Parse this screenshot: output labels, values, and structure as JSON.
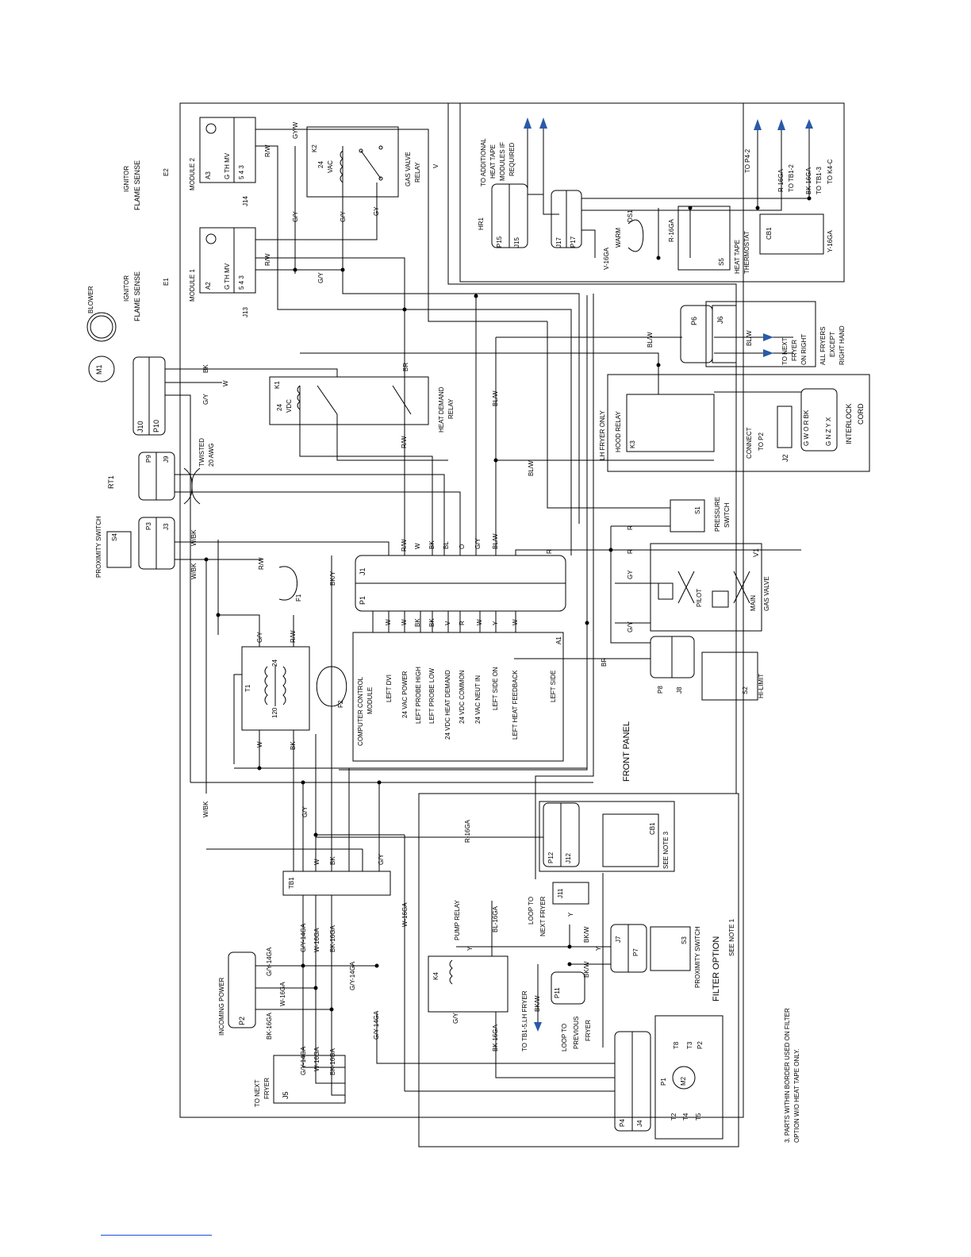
{
  "diagram": {
    "front_panel": "FRONT PANEL",
    "filter_option": "FILTER OPTION",
    "see_note_1": "SEE NOTE 1",
    "note_3": "3. PARTS WITHIN BORDER USED ON FILTER",
    "note_3b": "OPTION W/O HEAT TAPE ONLY.",
    "labels": {
      "blower": "BLOWER",
      "m1": "M1",
      "ignitor1": "IGNITOR",
      "flame1": "FLAME SENSE",
      "e1": "E1",
      "ignitor2": "IGNITOR",
      "flame2": "FLAME SENSE",
      "e2": "E2",
      "module1": "MODULE 1",
      "module2": "MODULE 2",
      "a2": "A2",
      "a3": "A3",
      "j13": "J13",
      "j14": "J14",
      "pins_g_th_mv": "G  TH  MV",
      "pins_543": "5  4  3",
      "k2": "K2",
      "vac24": "24",
      "vac": "VAC",
      "gas_valve_relay": "GAS VALVE",
      "relay": "RELAY",
      "k1": "K1",
      "vdc24": "24",
      "vdc": "VDC",
      "heat_demand": "HEAT DEMAND",
      "relay2": "RELAY",
      "j10": "J10",
      "p10": "P10",
      "rt1": "RT1",
      "p9": "P9",
      "j9": "J9",
      "twisted": "TWISTED",
      "awg20": "20 AWG",
      "proximity_switch_s4": "PROXIMITY SWITCH",
      "s4": "S4",
      "p3": "P3",
      "j3": "J3",
      "f1": "F1",
      "f2": "F2",
      "t1": "T1",
      "v120": "120",
      "v24": "24",
      "j1": "J1",
      "p1": "P1",
      "ccm": "COMPUTER CONTROL",
      "module": "MODULE",
      "left_dvi": "LEFT DVI",
      "vac_power": "24 VAC POWER",
      "probe_high": "LEFT PROBE HIGH",
      "probe_low": "LEFT PROBE LOW",
      "heat_demand_vdc": "24 VDC HEAT DEMAND",
      "vdc_common": "24 VDC COMMON",
      "vac_neut": "24 VAC NEUT IN",
      "side_on": "LEFT SIDE ON",
      "heat_feedback": "LEFT HEAT FEEDBACK",
      "left_side": "LEFT SIDE",
      "a1": "A1",
      "lh_fryer_only": "LH FRYER ONLY",
      "hood_relay": "HOOD RELAY",
      "k3": "K3",
      "p6": "P6",
      "j6": "J6",
      "to_next_fryer": "TO NEXT",
      "fryer": "FRYER",
      "on_right": "ON RIGHT",
      "all_fryers": "ALL FRYERS",
      "except": "EXCEPT",
      "right_hand": "RIGHT HAND",
      "interlock": "INTERLOCK",
      "cord": "CORD",
      "connect": "CONNECT",
      "to_p2": "TO P2",
      "j2": "J2",
      "gnzy": "G  N  Z  Y  X",
      "gwor": "G  W  O  R  BK",
      "s1": "S1",
      "pressure": "PRESSURE",
      "switch": "SWITCH",
      "v1": "V1",
      "pilot": "PILOT",
      "main": "MAIN",
      "gas_valve": "GAS VALVE",
      "p8": "P8",
      "j8": "J8",
      "s2": "S2",
      "hi_limit": "HI-LIMIT",
      "to_additional": "TO ADDITIONAL",
      "heat_tape": "HEAT TAPE",
      "modules_if": "MODULES IF",
      "required": "REQUIRED",
      "hr1": "HR1",
      "p15": "P15",
      "j15": "J15",
      "j17": "J17",
      "p17": "P17",
      "ds1": "DS1",
      "warm": "WARM",
      "v16ga": "V-16GA",
      "r16ga": "R-16GA",
      "s5": "S5",
      "heat_tape_t": "HEAT TAPE",
      "thermostat": "THERMOSTAT",
      "cb1": "CB1",
      "to_p42": "TO P4-2",
      "r16ga_tb12": "R-16GA",
      "to_tb12": "TO TB1-2",
      "bk16ga": "BK-16GA",
      "to_tb13": "TO TB1-3",
      "to_k4c": "TO K4-C",
      "y16ga": "Y-16GA",
      "p12": "P12",
      "j12": "J12",
      "cb1b": "CB1",
      "see_note_3": "SEE NOTE 3",
      "tb1": "TB1",
      "incoming_power": "INCOMING POWER",
      "p2": "P2",
      "j5": "J5",
      "to_next_fryer2": "TO NEXT",
      "fryer2": "FRYER",
      "pump_relay": "PUMP RELAY",
      "k4": "K4",
      "loop_to": "LOOP TO",
      "next_fryer": "NEXT FRYER",
      "j11": "J11",
      "j7": "J7",
      "p7": "P7",
      "s3": "S3",
      "proximity_switch_s3": "PROXIMITY SWITCH",
      "p11": "P11",
      "to_tb15": "TO TB1-5,LH FRYER",
      "loop_to_prev": "LOOP TO",
      "previous": "PREVIOUS",
      "fryer3": "FRYER",
      "p4": "P4",
      "j4": "J4",
      "m2": "M2",
      "p1m": "P1",
      "p2m": "P2",
      "t2": "T2",
      "t3": "T3",
      "t4": "T4",
      "t5": "T5",
      "t8": "T8"
    },
    "wires": {
      "gyw": "GY/W",
      "rw": "R/W",
      "gy": "G/Y",
      "gyy": "GY",
      "v": "V",
      "bk": "BK",
      "w": "W",
      "br": "BR",
      "blw": "BL/W",
      "o": "O",
      "r": "R",
      "bl": "BL",
      "wbk": "W/BK",
      "bky": "BK/Y",
      "y": "Y",
      "r16": "R-16GA",
      "w16": "W-16GA",
      "bl16": "BL-16GA",
      "bk16": "BK-16GA",
      "gy14": "G/Y-14GA",
      "bkw": "BK/W"
    }
  }
}
